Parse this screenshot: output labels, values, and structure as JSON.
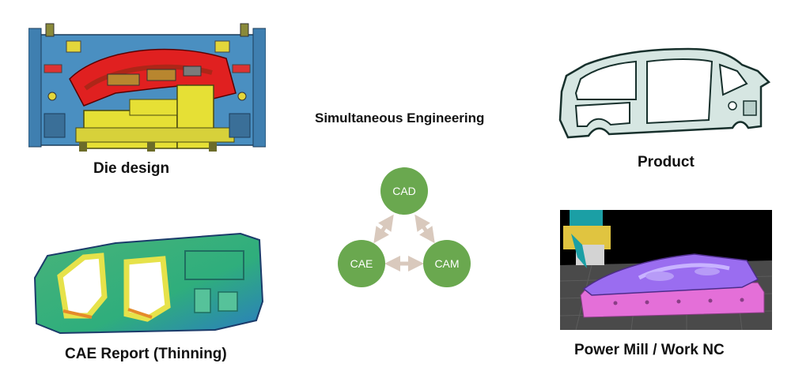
{
  "title": "Simultaneous Engineering",
  "panels": {
    "die_design": {
      "label": "Die design"
    },
    "product": {
      "label": "Product"
    },
    "cae_report": {
      "label": "CAE Report (Thinning)"
    },
    "power_mill": {
      "label": "Power Mill / Work NC"
    }
  },
  "cycle": {
    "nodes": [
      "CAD",
      "CAE",
      "CAM"
    ],
    "node_color": "#6aa84f",
    "arrow_color": "#d9c9bd"
  },
  "colors": {
    "die_base": "#4a8fc1",
    "die_red": "#e02020",
    "die_yellow": "#e6e035",
    "cae_green": "#2fae7c",
    "cae_yellow": "#e6e24a",
    "machine_teal": "#1b9fa5",
    "machine_purple": "#9a6df0",
    "machine_base": "#e46fd8"
  }
}
